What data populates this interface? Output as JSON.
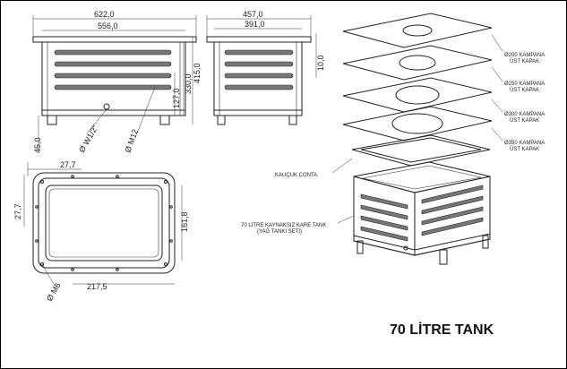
{
  "dimensions": {
    "width_outer": "622,0",
    "width_inner": "556,0",
    "height_total": "415,0",
    "height_body": "330,0",
    "height_slot": "127,0",
    "foot_height": "45,0",
    "thread_valve": "Ø W1/2\"",
    "thread_bolt": "Ø M12",
    "depth_outer": "457,0",
    "depth_inner": "391,0",
    "lip_height": "10,0",
    "gasket_offset_x": "27,7",
    "gasket_offset_y": "27,7",
    "gasket_height": "161,8",
    "gasket_width": "217,5",
    "gasket_bolt": "Ø M6"
  },
  "labels": {
    "lid_200": "Ø200 KAMPANA",
    "lid_200_sub": "ÜST KAPAK",
    "lid_250": "Ø250 KAMPANA",
    "lid_250_sub": "ÜST KAPAK",
    "lid_300": "Ø300 KAMPANA",
    "lid_300_sub": "ÜST KAPAK",
    "lid_350": "Ø350 KAMPANA",
    "lid_350_sub": "ÜST KAPAK",
    "gasket": "KAUÇUK CONTA",
    "tank_line1": "70 LİTRE KAYNAKSIZ KARE TANK",
    "tank_line2": "(YAĞ TANKI SETİ)"
  },
  "title": "70 LİTRE TANK"
}
